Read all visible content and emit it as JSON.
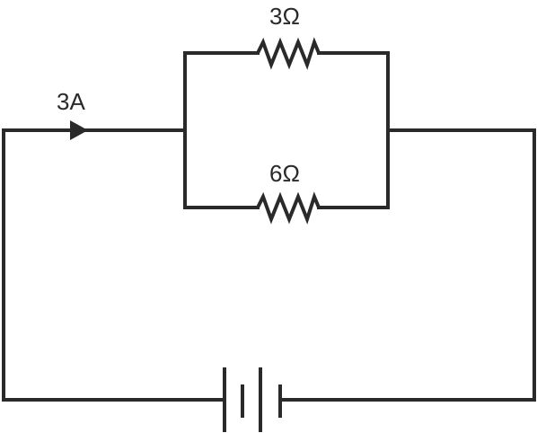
{
  "circuit": {
    "current_label": "3A",
    "resistor_top_label": "3Ω",
    "resistor_bottom_label": "6Ω"
  },
  "colors": {
    "line": "#2a2a2a",
    "background": "#ffffff"
  }
}
